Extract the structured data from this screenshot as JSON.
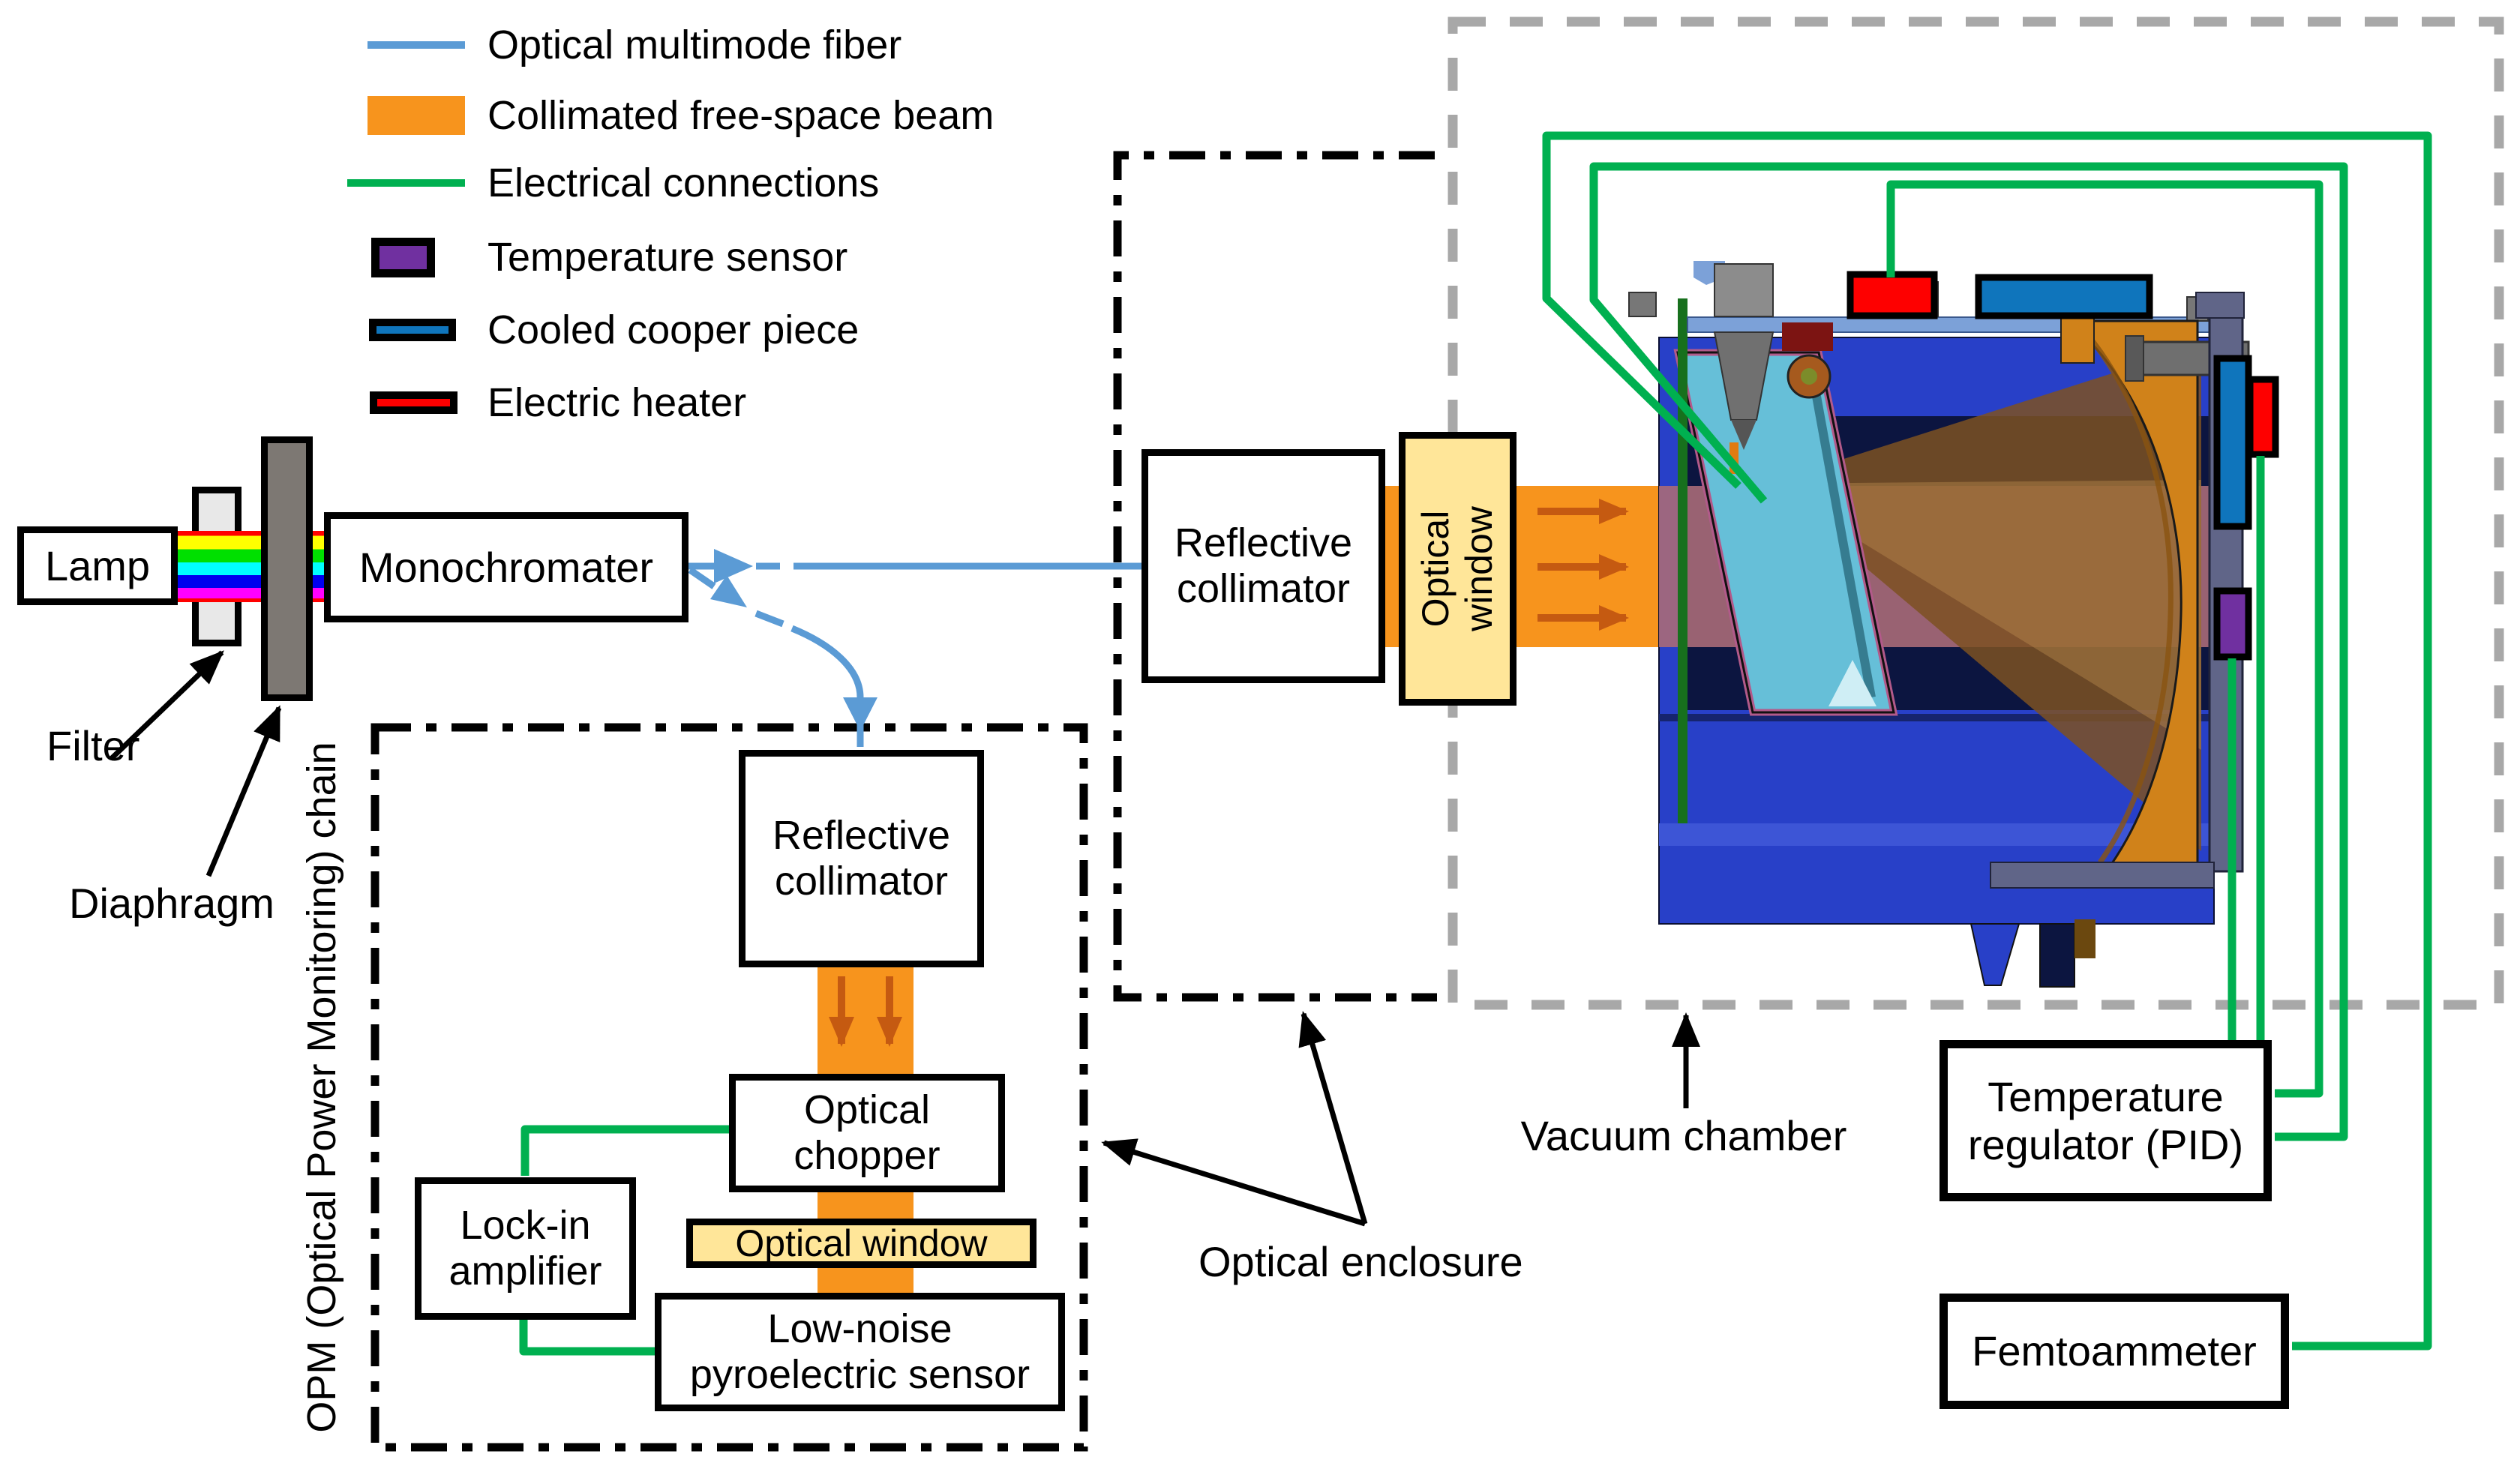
{
  "legend": {
    "items": [
      {
        "label": "Optical multimode fiber",
        "swatch": "fiber-line",
        "color": "#5B9BD5"
      },
      {
        "label": "Collimated free-space beam",
        "swatch": "beam-rect",
        "color": "#F7941D"
      },
      {
        "label": "Electrical connections",
        "swatch": "wire-line",
        "color": "#00B050"
      },
      {
        "label": "Temperature sensor",
        "swatch": "sensor-rect",
        "color": "#7030A0"
      },
      {
        "label": "Cooled cooper piece",
        "swatch": "copper-rect",
        "color": "#0F75BC"
      },
      {
        "label": "Electric heater",
        "swatch": "heater-rect",
        "color": "#FE0000"
      }
    ]
  },
  "source": {
    "lamp": "Lamp",
    "monochromater": "Monochromater",
    "filter": "Filter",
    "diaphragm": "Diaphragm"
  },
  "opm": {
    "title": "OPM (Optical Power Monitoring) chain",
    "collimator": {
      "lines": [
        "Reflective",
        "collimator"
      ]
    },
    "chopper": {
      "lines": [
        "Optical",
        "chopper"
      ]
    },
    "window": "Optical window",
    "sensor": {
      "lines": [
        "Low-noise",
        "pyroelectric sensor"
      ]
    },
    "lockin": {
      "lines": [
        "Lock-in",
        "amplifier"
      ]
    }
  },
  "enclosure": {
    "label": "Optical enclosure",
    "collimator": {
      "lines": [
        "Reflective",
        "collimator"
      ]
    },
    "window": {
      "lines": [
        "Optical",
        "window"
      ]
    }
  },
  "chamber": {
    "label": "Vacuum chamber"
  },
  "instruments": {
    "regulator": {
      "lines": [
        "Temperature",
        "regulator (PID)"
      ]
    },
    "femtoammeter": "Femtoammeter"
  }
}
